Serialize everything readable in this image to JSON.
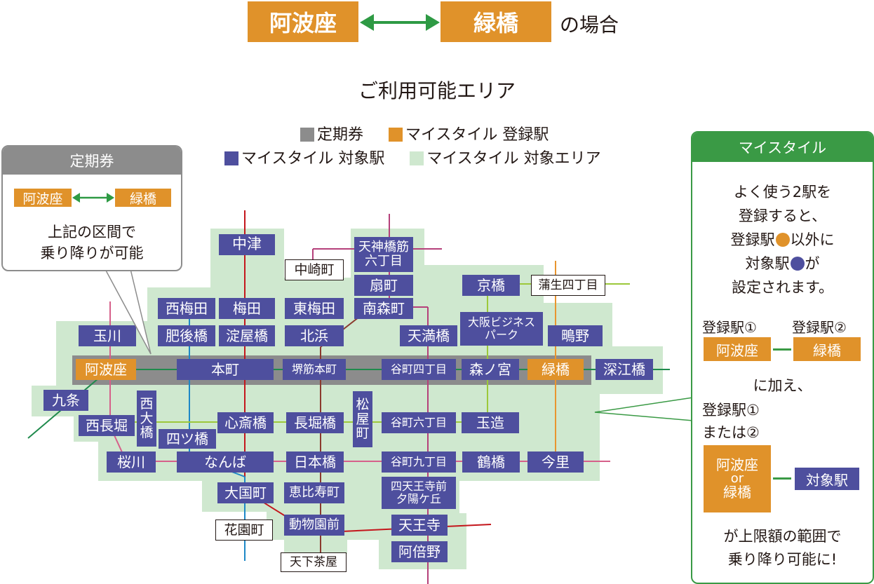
{
  "header": {
    "from": "阿波座",
    "to": "緑橋",
    "suffix": "の場合"
  },
  "subtitle": "ご利用可能エリア",
  "legend": {
    "teiki": "定期券",
    "my_style_reg": "マイスタイル 登録駅",
    "my_style_target": "マイスタイル 対象駅",
    "my_style_area": "マイスタイル 対象エリア"
  },
  "colors": {
    "gray": "#8c8c8c",
    "orange": "#e0922a",
    "blue": "#4e4f9e",
    "area": "#cfe8cf",
    "green": "#3a9a45"
  },
  "teiki_box": {
    "title": "定期券",
    "from": "阿波座",
    "to": "緑橋",
    "line1": "上記の区間で",
    "line2": "乗り降りが可能"
  },
  "my_style_box": {
    "title": "マイスタイル",
    "desc1": "よく使う2駅を",
    "desc2": "登録すると、",
    "desc3a": "登録駅",
    "desc3b": "以外に",
    "desc4a": "対象駅",
    "desc4b": "が",
    "desc5": "設定されます。",
    "reg1": "登録駅①",
    "reg2": "登録駅②",
    "st1": "阿波座",
    "st2": "緑橋",
    "kuwae": "に加え、",
    "reg1b": "登録駅①",
    "matawa": "または②",
    "or_a": "阿波座",
    "or_word": "or",
    "or_b": "緑橋",
    "target": "対象駅",
    "foot1": "が上限額の範囲で",
    "foot2": "乗り降り可能に!"
  },
  "stations": {
    "nakatsu": "中津",
    "tenjin1": "天神橋筋",
    "tenjin2": "六丁目",
    "nakazaki": "中崎町",
    "ogimachi": "扇町",
    "kyobashi": "京橋",
    "gamo": "蒲生四丁目",
    "nishiumeda": "西梅田",
    "umeda": "梅田",
    "higashiumeda": "東梅田",
    "minamimori": "南森町",
    "tamagawa": "玉川",
    "higobashi": "肥後橋",
    "yodoyabashi": "淀屋橋",
    "kitahama": "北浜",
    "tenma": "天満橋",
    "obp1": "大阪ビジネス",
    "obp2": "パーク",
    "shigino": "鴫野",
    "awaza": "阿波座",
    "honmachi": "本町",
    "sakaisuji": "堺筋本町",
    "tanimachi4": "谷町四丁目",
    "morinomiya": "森ノ宮",
    "midoribashi": "緑橋",
    "fukae": "深江橋",
    "kujo": "九条",
    "nishiohashi": "西\n大\n橋",
    "nishinagahori": "西長堀",
    "shinsaibashi": "心斎橋",
    "nagahoribashi": "長堀橋",
    "matsuyamachi": "松\n屋\n町",
    "tanimachi6": "谷町六丁目",
    "tamatsukuri": "玉造",
    "yotsubashi": "四ツ橋",
    "sakuragawa": "桜川",
    "namba": "なんば",
    "nipponbashi": "日本橋",
    "tanimachi9": "谷町九丁目",
    "tsuruhashi": "鶴橋",
    "imazato": "今里",
    "daikokucho": "大国町",
    "ebisucho": "恵比寿町",
    "shitennoji1": "四天王寺前",
    "shitennoji2": "夕陽ケ丘",
    "hanazono": "花園町",
    "dobutsuen": "動物園前",
    "tennoji": "天王寺",
    "abeno": "阿倍野",
    "tengachaya": "天下茶屋"
  }
}
